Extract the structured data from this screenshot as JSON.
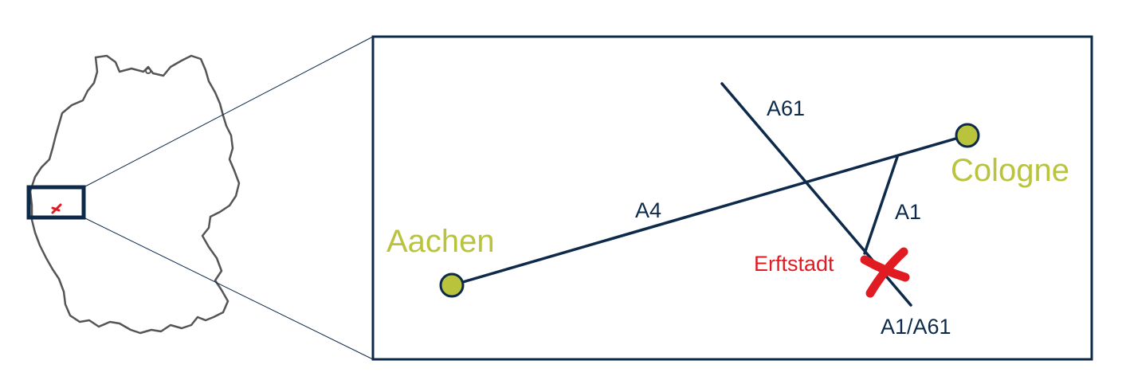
{
  "overview": {
    "country_icon": "germany-outline-icon",
    "marker_icon": "red-x-marker-icon",
    "outline_color": "#555555"
  },
  "detail_map": {
    "cities": [
      {
        "name": "Aachen",
        "color": "#b9c43c"
      },
      {
        "name": "Cologne",
        "color": "#b9c43c"
      }
    ],
    "roads": [
      {
        "label": "A4"
      },
      {
        "label": "A61"
      },
      {
        "label": "A1"
      },
      {
        "label": "A1/A61"
      }
    ],
    "incident": {
      "label": "Erftstadt",
      "color": "#e11b22",
      "icon": "red-x-marker-icon"
    },
    "road_color": "#0e2a4a"
  }
}
